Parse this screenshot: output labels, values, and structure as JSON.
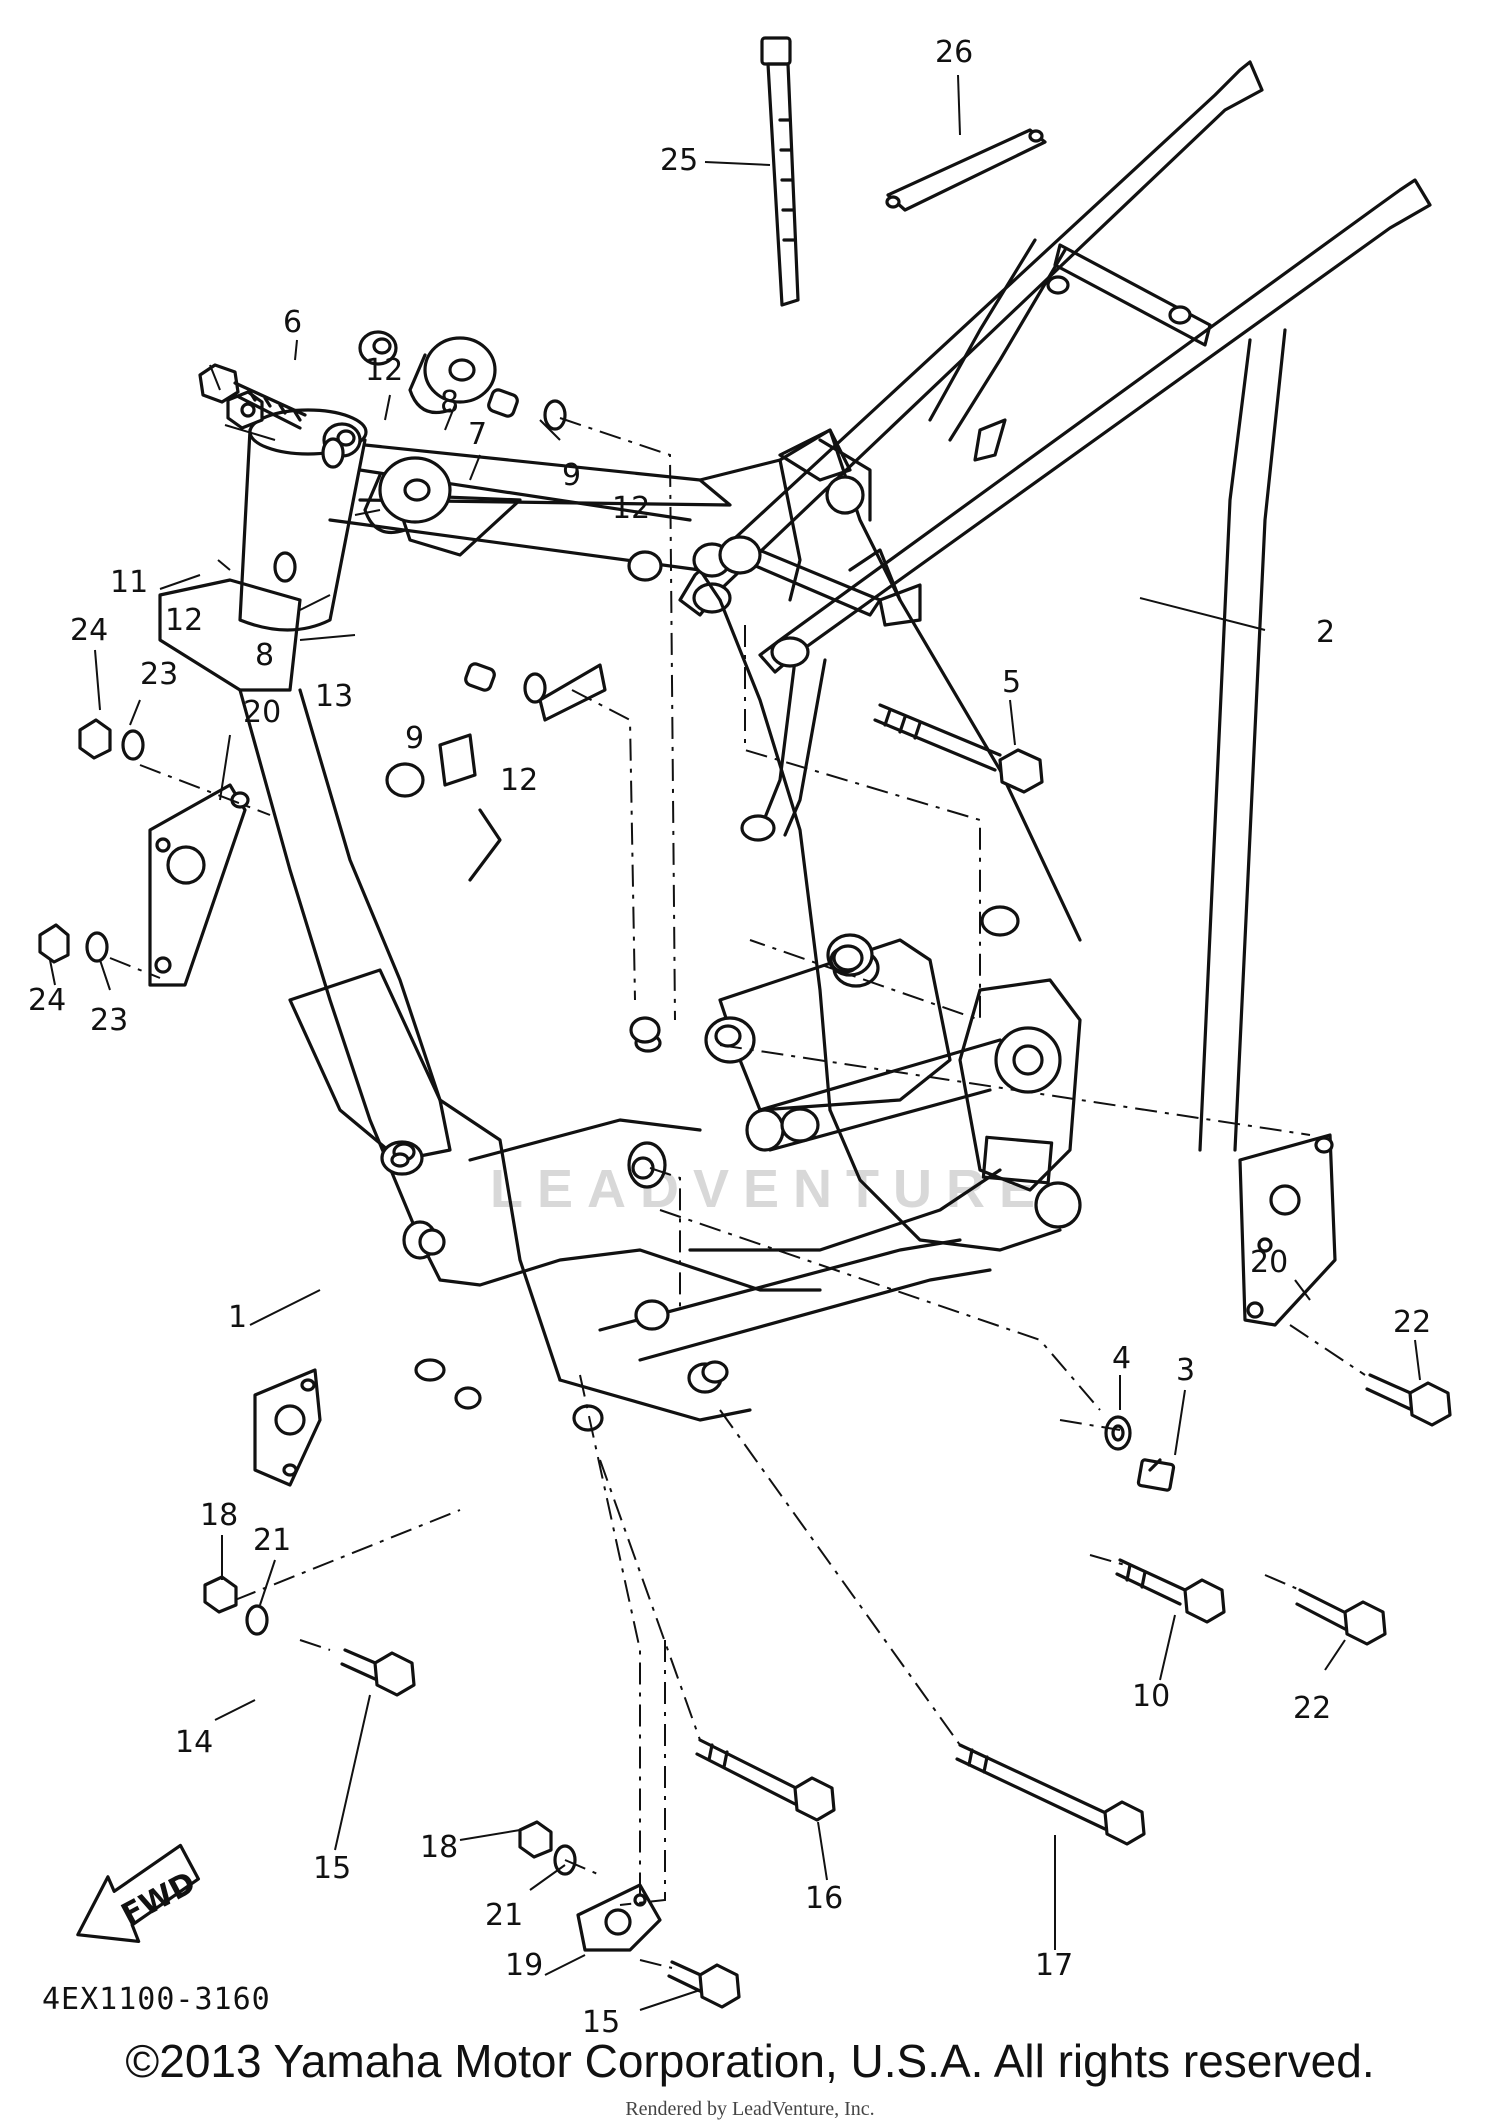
{
  "callouts": {
    "c1": "1",
    "c2": "2",
    "c3": "3",
    "c4": "4",
    "c5": "5",
    "c6": "6",
    "c7": "7",
    "c8a": "8",
    "c8b": "8",
    "c9a": "9",
    "c9b": "9",
    "c10": "10",
    "c11": "11",
    "c12a": "12",
    "c12b": "12",
    "c12c": "12",
    "c12d": "12",
    "c13": "13",
    "c14": "14",
    "c15a": "15",
    "c15b": "15",
    "c16": "16",
    "c17": "17",
    "c18a": "18",
    "c18b": "18",
    "c19": "19",
    "c20a": "20",
    "c20b": "20",
    "c21a": "21",
    "c21b": "21",
    "c22a": "22",
    "c22b": "22",
    "c23a": "23",
    "c23b": "23",
    "c24a": "24",
    "c24b": "24",
    "c25": "25",
    "c26": "26"
  },
  "fwd_label": "FWD",
  "drawing_number": "4EX1100-3160",
  "watermark": "LEADVENTURE",
  "copyright": "©2013 Yamaha Motor Corporation, U.S.A. All rights reserved.",
  "rendered_by": "Rendered by LeadVenture, Inc."
}
